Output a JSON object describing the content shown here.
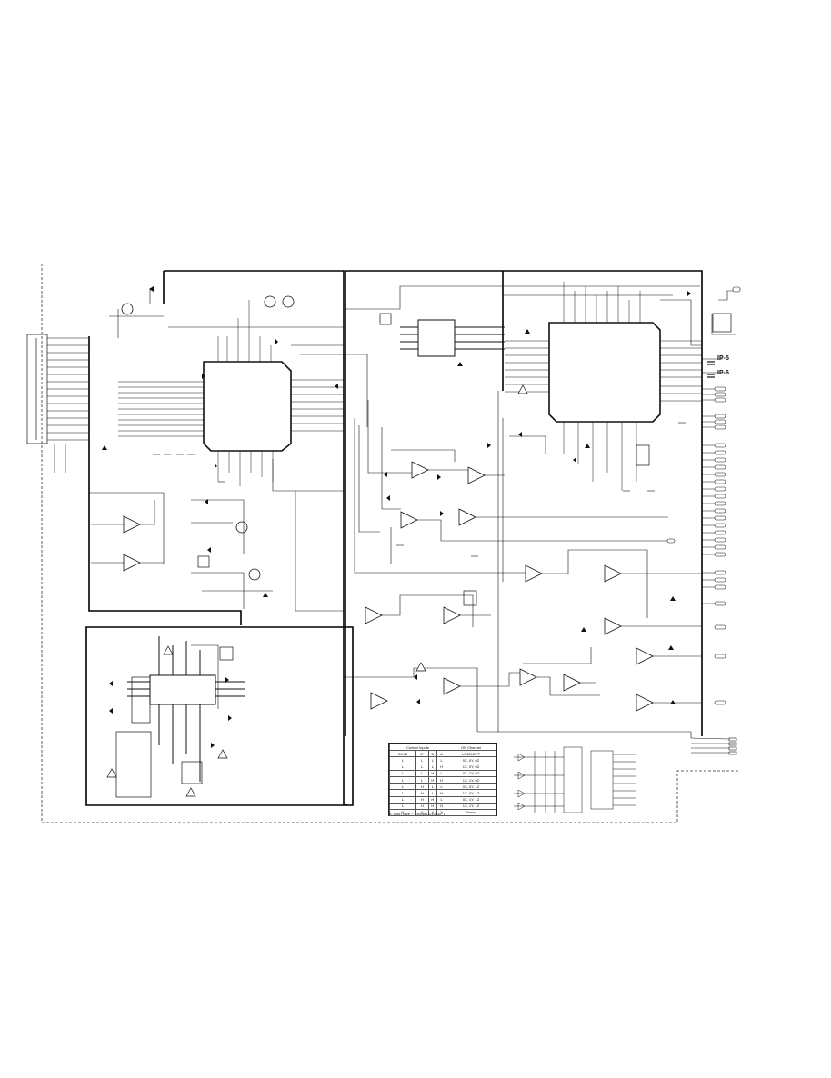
{
  "truth_table": {
    "group_header": "Control Inputs",
    "on_header": "ON Channel",
    "columns": [
      "INHIB",
      "C*",
      "B",
      "A",
      "LC4053/PT"
    ],
    "rows": [
      [
        "L",
        "L",
        "L",
        "L",
        "0X, 0Y, 0Z"
      ],
      [
        "L",
        "L",
        "L",
        "H",
        "1X, 0Y, 0Z"
      ],
      [
        "L",
        "L",
        "H",
        "L",
        "0X, 1Y, 0Z"
      ],
      [
        "L",
        "L",
        "H",
        "H",
        "1X, 1Y, 0Z"
      ],
      [
        "L",
        "H",
        "L",
        "L",
        "0X, 0Y, 1Z"
      ],
      [
        "L",
        "H",
        "L",
        "H",
        "1X, 0Y, 1Z"
      ],
      [
        "L",
        "H",
        "H",
        "L",
        "0X, 1Y, 1Z"
      ],
      [
        "L",
        "H",
        "H",
        "H",
        "1X, 1Y, 1Z"
      ],
      [
        "H",
        "X",
        "X",
        "X",
        "None"
      ]
    ],
    "note": "X: Don't care  *: Except LC4053/PT"
  },
  "labels": {
    "ip_top": "IP-5",
    "ip_bottom": "IP-6"
  },
  "colors": {
    "wire": "#111111",
    "frame": "#000000",
    "background": "#ffffff"
  }
}
